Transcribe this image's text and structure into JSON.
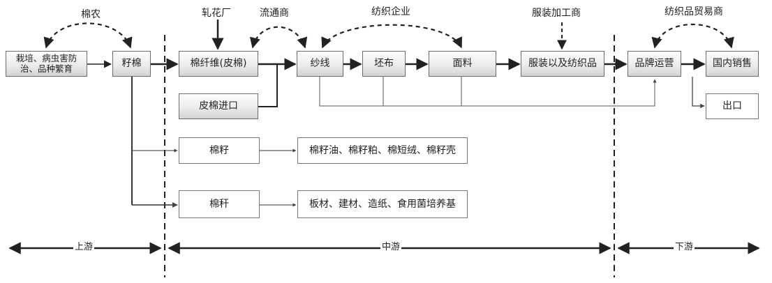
{
  "nodes": {
    "breeding": "栽培、病虫害防治、品种繁育",
    "seed_cotton": "籽棉",
    "cotton_fiber": "棉纤维(皮棉)",
    "lint_import": "皮棉进口",
    "yarn": "纱线",
    "grey_cloth": "坯布",
    "fabric": "面料",
    "apparel": "服装以及纺织品",
    "brand_ops": "品牌运营",
    "domestic_sales": "国内销售",
    "export": "出口",
    "cotton_seed": "棉籽",
    "seed_products": "棉籽油、棉籽粕、棉短绒、棉籽壳",
    "cotton_stalk": "棉秆",
    "stalk_products": "板材、建材、造纸、食用菌培养基"
  },
  "actors": {
    "farmer": "棉农",
    "ginnery": "轧花厂",
    "distributor": "流通商",
    "textile_company": "纺织企业",
    "garment_processor": "服装加工商",
    "trader": "纺织品贸易商"
  },
  "segments": {
    "upstream": "上游",
    "midstream": "中游",
    "downstream": "下游"
  },
  "colors": {
    "line": "#222222",
    "box_border": "#6c6c6c",
    "box_gradient_bottom": "#d3d3d3"
  }
}
